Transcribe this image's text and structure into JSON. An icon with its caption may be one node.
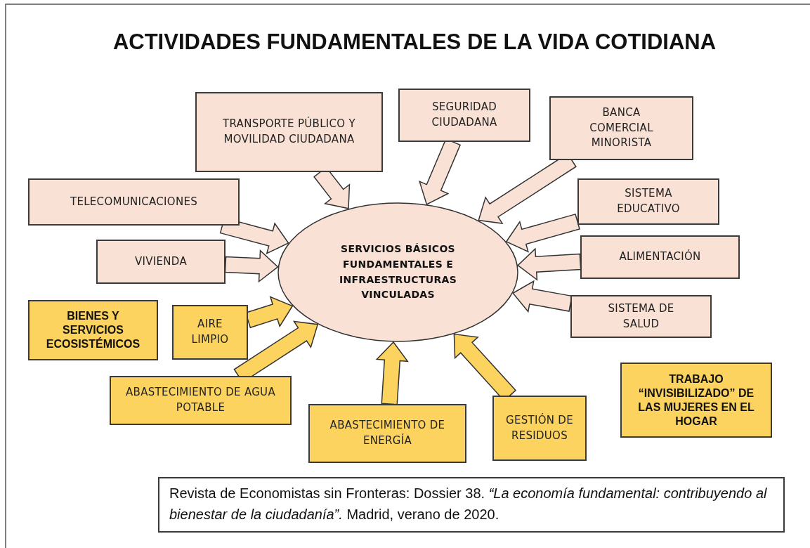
{
  "diagram": {
    "title": "ACTIVIDADES FUNDAMENTALES DE LA VIDA COTIDIANA",
    "caption": "Revista de Economistas sin Fronteras: Dossier 38.  *“La economía fundamental: contribuyendo al bienestar de la ciudadanía”.*   Madrid, verano de 2020.",
    "nodes": [
      {
        "text": [
          "TRANSPORTE PÚBLICO Y MOVILIDAD CIUDADANA"
        ]
      },
      {
        "text": [
          "SEGURIDAD CIUDADANA"
        ]
      },
      {
        "text": [
          "BANCA COMERCIAL MINORISTA"
        ]
      },
      {
        "text": [
          "TELECOMUNICACIONES"
        ]
      },
      {
        "text": [
          "SISTEMA EDUCATIVO"
        ]
      },
      {
        "text": [
          "VIVIENDA"
        ]
      },
      {
        "text": [
          "SERVICIOS BÁSICOS FUNDAMENTALES E INFRAESTRUCTURAS VINCULADAS"
        ]
      },
      {
        "text": [
          "ALIMENTACIÓN"
        ]
      },
      {
        "text": [
          "BIENES Y SERVICIOS ECOSISTÉMICOS"
        ]
      },
      {
        "text": [
          "AIRE LIMPIO"
        ]
      },
      {
        "text": [
          "SISTEMA DE SALUD"
        ]
      },
      {
        "text": [
          "ABASTECIMIENTO DE AGUA POTABLE"
        ]
      },
      {
        "text": [
          "TRABAJO “INVISIBILIZADO” DE LAS MUJERES EN EL HOGAR"
        ]
      },
      {
        "text": [
          "ABASTECIMIENTO DE ENERGÍA"
        ]
      },
      {
        "text": [
          "GESTIÓN DE RESIDUOS"
        ]
      }
    ],
    "edges": [
      {
        "from": 0,
        "to": 6,
        "arrow": "to"
      },
      {
        "from": 1,
        "to": 6,
        "arrow": "to"
      },
      {
        "from": 2,
        "to": 6,
        "arrow": "to"
      },
      {
        "from": 3,
        "to": 6,
        "arrow": "to"
      },
      {
        "from": 4,
        "to": 6,
        "arrow": "to"
      },
      {
        "from": 5,
        "to": 6,
        "arrow": "to"
      },
      {
        "from": 7,
        "to": 6,
        "arrow": "to"
      },
      {
        "from": 10,
        "to": 6,
        "arrow": "to"
      },
      {
        "from": 9,
        "to": 6,
        "arrow": "to",
        "color": "#fbd35e"
      },
      {
        "from": 11,
        "to": 6,
        "arrow": "to",
        "color": "#fbd35e"
      },
      {
        "from": 13,
        "to": 6,
        "arrow": "to",
        "color": "#fbd35e"
      },
      {
        "from": 14,
        "to": 6,
        "arrow": "to",
        "color": "#fbd35e"
      }
    ]
  }
}
